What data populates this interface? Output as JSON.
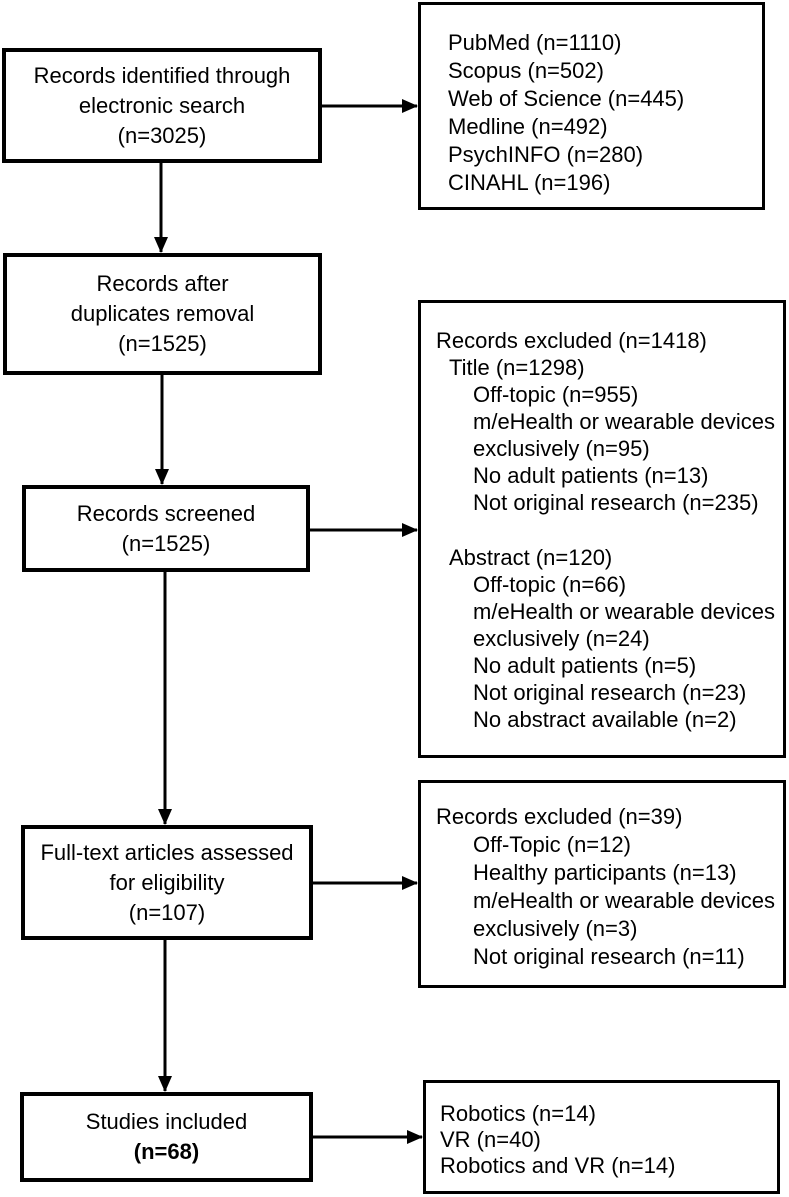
{
  "colors": {
    "line": "#000000",
    "background": "#ffffff",
    "box_border": "#000000"
  },
  "boxes": {
    "identified": {
      "lines": [
        "Records identified through",
        "electronic search",
        "(n=3025)"
      ]
    },
    "databases": {
      "items": [
        "PubMed (n=1110)",
        "Scopus (n=502)",
        "Web of Science (n=445)",
        "Medline (n=492)",
        "PsychINFO (n=280)",
        "CINAHL (n=196)"
      ]
    },
    "duplicates_removed": {
      "lines": [
        "Records after",
        "duplicates removal",
        "(n=1525)"
      ]
    },
    "screened": {
      "lines": [
        "Records screened",
        "(n=1525)"
      ]
    },
    "excluded_screening": {
      "header": "Records excluded (n=1418)",
      "title_group": {
        "header": "Title (n=1298)",
        "lines": [
          "Off-topic (n=955)",
          "m/eHealth or wearable devices",
          "exclusively (n=95)",
          "No adult patients (n=13)",
          "Not original research (n=235)"
        ]
      },
      "abstract_group": {
        "header": "Abstract (n=120)",
        "lines": [
          "Off-topic (n=66)",
          "m/eHealth or wearable devices",
          "exclusively (n=24)",
          "No adult patients (n=5)",
          "Not original research (n=23)",
          "No abstract available (n=2)"
        ]
      }
    },
    "fulltext": {
      "lines": [
        "Full-text articles assessed",
        "for eligibility",
        "(n=107)"
      ]
    },
    "excluded_fulltext": {
      "header": "Records excluded (n=39)",
      "lines": [
        "Off-Topic (n=12)",
        "Healthy participants (n=13)",
        "m/eHealth or wearable devices",
        "exclusively (n=3)",
        "Not original research (n=11)"
      ]
    },
    "included": {
      "lines": [
        "Studies included",
        "(n=68)"
      ]
    },
    "categories": {
      "items": [
        "Robotics (n=14)",
        "VR (n=40)",
        "Robotics and VR (n=14)"
      ]
    }
  }
}
